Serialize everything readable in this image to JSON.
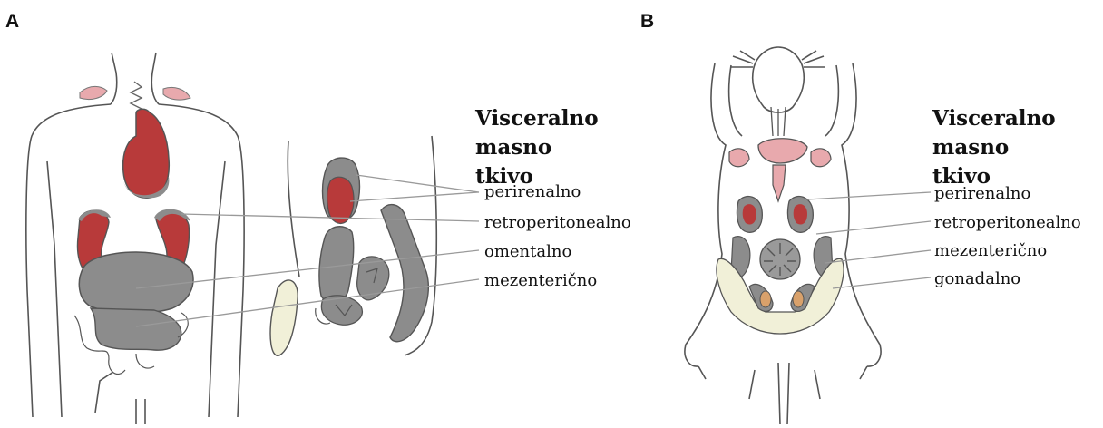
{
  "panels": [
    {
      "letter": "A",
      "legend_title": "Visceralno masno tkivo",
      "labels": [
        "perirenalno",
        "retroperitonealno",
        "omentalno",
        "mezenterično"
      ]
    },
    {
      "letter": "B",
      "legend_title": "Visceralno masno tkivo",
      "labels": [
        "perirenalno",
        "retroperitonealno",
        "mezenterično",
        "gonadalno"
      ]
    }
  ],
  "colors": {
    "red_organ": "#b83a3a",
    "pink_fat": "#e8a9ad",
    "gray_fat": "#8c8c8c",
    "cream_fat": "#f1f0d8",
    "outline": "#555555",
    "leader_line": "#9a9a9a"
  }
}
